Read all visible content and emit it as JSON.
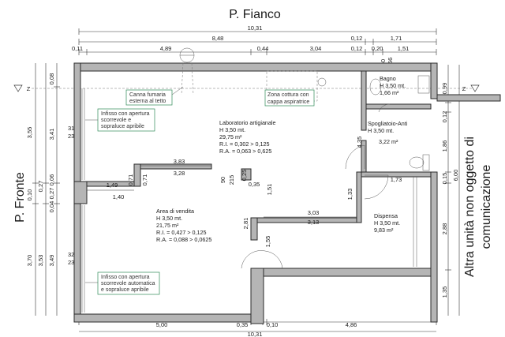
{
  "titles": {
    "top": "P. Fianco",
    "left": "P. Fronte",
    "right_line1": "Altra unità non oggetto di",
    "right_line2": "comunicazione"
  },
  "top_dims": {
    "overall": "10,31",
    "d848": "8,48",
    "d012a": "0,12",
    "d171": "1,71",
    "d011": "0,11",
    "d489": "4,89",
    "d044": "0,44",
    "d304": "3,04",
    "d012b": "0,12",
    "d020": "0,20",
    "d151": "1,51",
    "d60": "60",
    "d166": "166"
  },
  "bottom_dims": {
    "d500": "5,00",
    "d035": "0,35",
    "d010": "0,10",
    "d486": "4,86",
    "overall": "10,31"
  },
  "left_dims": {
    "d355": "3,55",
    "d010": "0,10",
    "d370": "3,70",
    "d008": "0,08",
    "d341": "3,41",
    "d027a": "0,27",
    "d027b": "0,27",
    "d353": "3,53",
    "d006": "0,06",
    "d004": "0,04",
    "d349": "3,49",
    "h310": "310",
    "h230a": "230",
    "h320": "320",
    "h230b": "230"
  },
  "right_dims": {
    "d099": "0,99",
    "d012": "0,12",
    "d186": "1,86",
    "d015": "0,15",
    "d600": "6,00",
    "d288": "2,88",
    "d135": "1,35"
  },
  "interior_dims": {
    "d383": "3,83",
    "d328": "3,28",
    "d149": "1,49",
    "d140": "1,40",
    "d071a": "0,71",
    "d071b": "0,71",
    "d90": "90",
    "d215": "215",
    "d025": "0,25",
    "d035": "0,35",
    "d151": "1,51",
    "d435": "4,35",
    "d173": "1,73",
    "d133": "1,33",
    "d303": "3,03",
    "d313": "3,13",
    "d281": "2,81",
    "d155": "1,55"
  },
  "rooms": {
    "lab": {
      "name": "Laboratorio artigianale",
      "h": "H 3,50 mt.",
      "area": "29,75 m²",
      "ri": "R.I. = 0,302 > 0,125",
      "ra": "R.A. = 0,063 > 0,625"
    },
    "vendita": {
      "name": "Area di vendita",
      "h": "H 3,50 mt.",
      "area": "21,75 m²",
      "ri": "R.I. = 0,427 > 0,125",
      "ra": "R.A. = 0,088 > 0,0625"
    },
    "bagno": {
      "name": "Bagno",
      "h": "H 3,50 mt.",
      "area": "1,66 m²"
    },
    "spogliatoio": {
      "name": "Spogliatoio-Anti",
      "h": "H 3,50 mt.",
      "area": "3,22 m²"
    },
    "dispensa": {
      "name": "Dispensa",
      "h": "H 3,50 mt.",
      "area": "9,83 m²"
    }
  },
  "notes": {
    "canna_1": "Canna fumaria",
    "canna_2": "esterna al tetto",
    "zona_1": "Zona cottura con",
    "zona_2": "cappa aspiratrice",
    "infisso1_1": "Infisso con apertura",
    "infisso1_2": "scorrevole e",
    "infisso1_3": "sopraluce apribile",
    "infisso2_1": "Infisso con apertura",
    "infisso2_2": "scorrevole automatica",
    "infisso2_3": "e sopraluce apribile"
  },
  "markers": {
    "z_left": "Z",
    "z_right": "Z"
  },
  "colors": {
    "wall_fill": "#b5b5b5",
    "note_border": "#2e8b57"
  }
}
